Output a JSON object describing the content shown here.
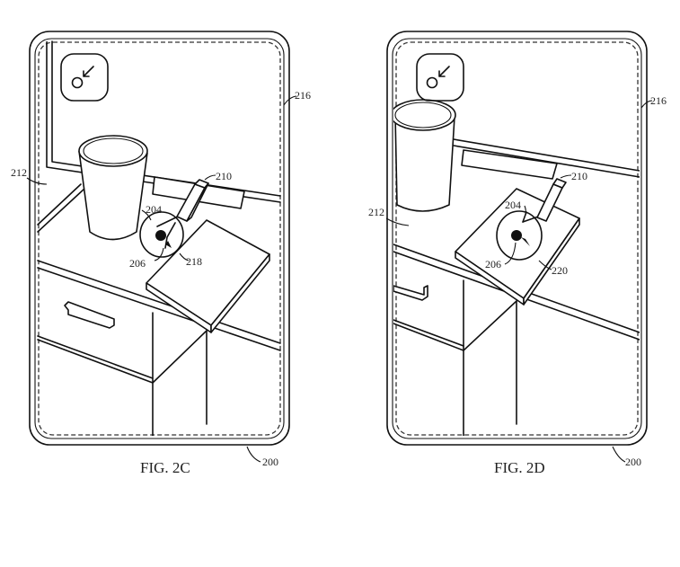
{
  "figures": [
    {
      "caption": "FIG. 2C",
      "labels": {
        "device": "200",
        "display_region": "216",
        "scene": "212",
        "target_surface": "204",
        "target_point": "206",
        "pointer": "210",
        "indicator": "218"
      },
      "icon": "camera-arrow-icon",
      "target_on": "table"
    },
    {
      "caption": "FIG. 2D",
      "labels": {
        "device": "200",
        "display_region": "216",
        "scene": "212",
        "target_surface": "204",
        "target_point": "206",
        "pointer": "210",
        "indicator": "220"
      },
      "icon": "camera-arrow-icon",
      "target_on": "book"
    }
  ]
}
